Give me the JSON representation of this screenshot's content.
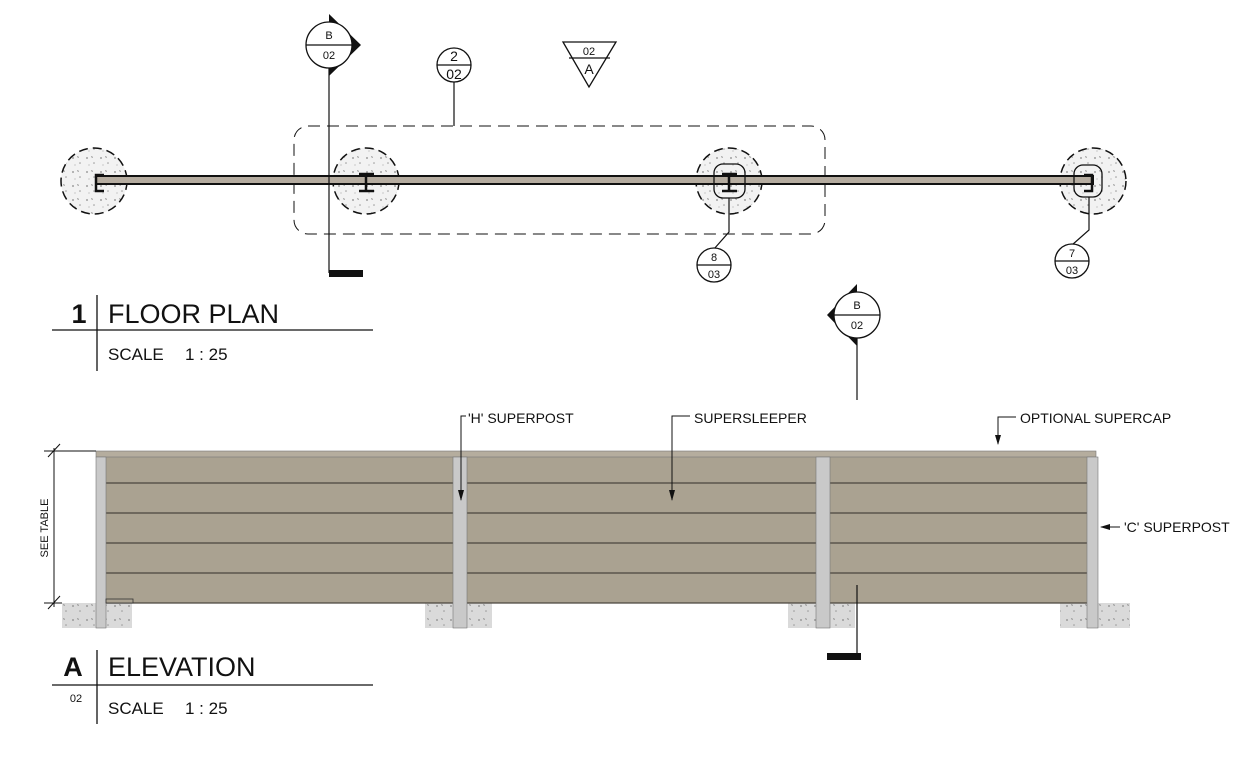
{
  "floor_plan": {
    "number": "1",
    "title": "FLOOR PLAN",
    "scale_label": "SCALE",
    "scale_value": "1 : 25"
  },
  "elevation": {
    "letter": "A",
    "sheet": "02",
    "title": "ELEVATION",
    "scale_label": "SCALE",
    "scale_value": "1 : 25"
  },
  "markers": {
    "section_b_top": {
      "id": "B",
      "sheet": "02"
    },
    "section_b_right": {
      "id": "B",
      "sheet": "02"
    },
    "detail_2": {
      "id": "2",
      "sheet": "02"
    },
    "elevation_a": {
      "sheet": "02",
      "id": "A"
    },
    "detail_8": {
      "id": "8",
      "sheet": "03"
    },
    "detail_7": {
      "id": "7",
      "sheet": "03"
    }
  },
  "labels": {
    "h_superpost": "'H' SUPERPOST",
    "supersleeper": "SUPERSLEEPER",
    "optional_supercap": "OPTIONAL SUPERCAP",
    "c_superpost": "'C' SUPERPOST",
    "see_table": "SEE TABLE"
  },
  "colors": {
    "sleeper": "#aaa291",
    "post": "#c9c9c9",
    "footing": "#dcdcdc",
    "line": "#111111"
  }
}
